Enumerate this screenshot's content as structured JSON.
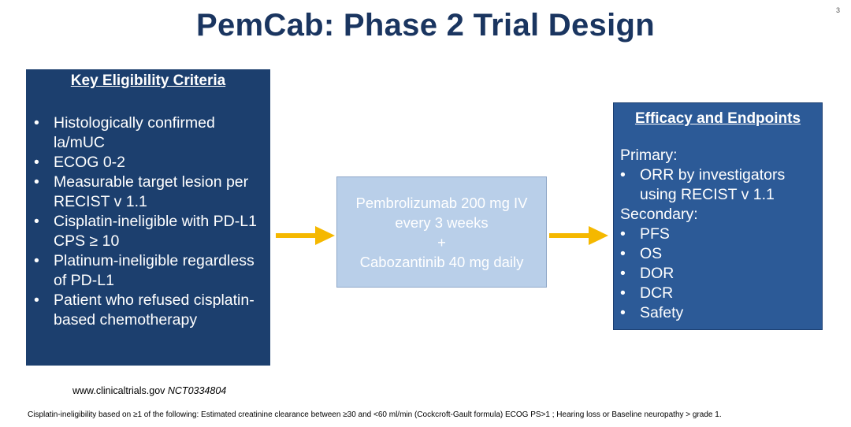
{
  "slide_number": "3",
  "title": "PemCab: Phase 2 Trial Design",
  "eligibility": {
    "heading": "Key Eligibility Criteria",
    "items": [
      "Histologically confirmed la/mUC",
      "ECOG 0-2",
      "Measurable target lesion per RECIST v 1.1",
      "Cisplatin-ineligible with PD-L1 CPS ≥ 10",
      "Platinum-ineligible regardless of PD-L1",
      "Patient who refused cisplatin-based chemotherapy"
    ]
  },
  "treatment": {
    "line1": "Pembrolizumab 200 mg IV",
    "line2": "every 3 weeks",
    "plus": "+",
    "line3": "Cabozantinib 40 mg daily"
  },
  "endpoints": {
    "heading": "Efficacy and Endpoints",
    "primary_label": "Primary:",
    "primary_items": [
      "ORR by investigators using RECIST v 1.1"
    ],
    "secondary_label": "Secondary:",
    "secondary_items": [
      "PFS",
      "OS",
      "DOR",
      "DCR",
      "Safety"
    ]
  },
  "source": {
    "text": "www.clinicaltrials.gov ",
    "id": "NCT0334804"
  },
  "footnote": "Cisplatin-ineligibility based on ≥1 of the following: Estimated creatinine clearance between ≥30 and <60 ml/min (Cockcroft-Gault formula) ECOG PS>1 ; Hearing loss or Baseline neuropathy > grade 1.",
  "colors": {
    "title": "#1a3560",
    "eligibility_box": "#1c3f6e",
    "treatment_box": "#b9cfe9",
    "endpoints_box": "#2c5a97",
    "arrow": "#f5b800"
  },
  "icons": [
    "bullet-icon",
    "arrow-right-icon"
  ]
}
